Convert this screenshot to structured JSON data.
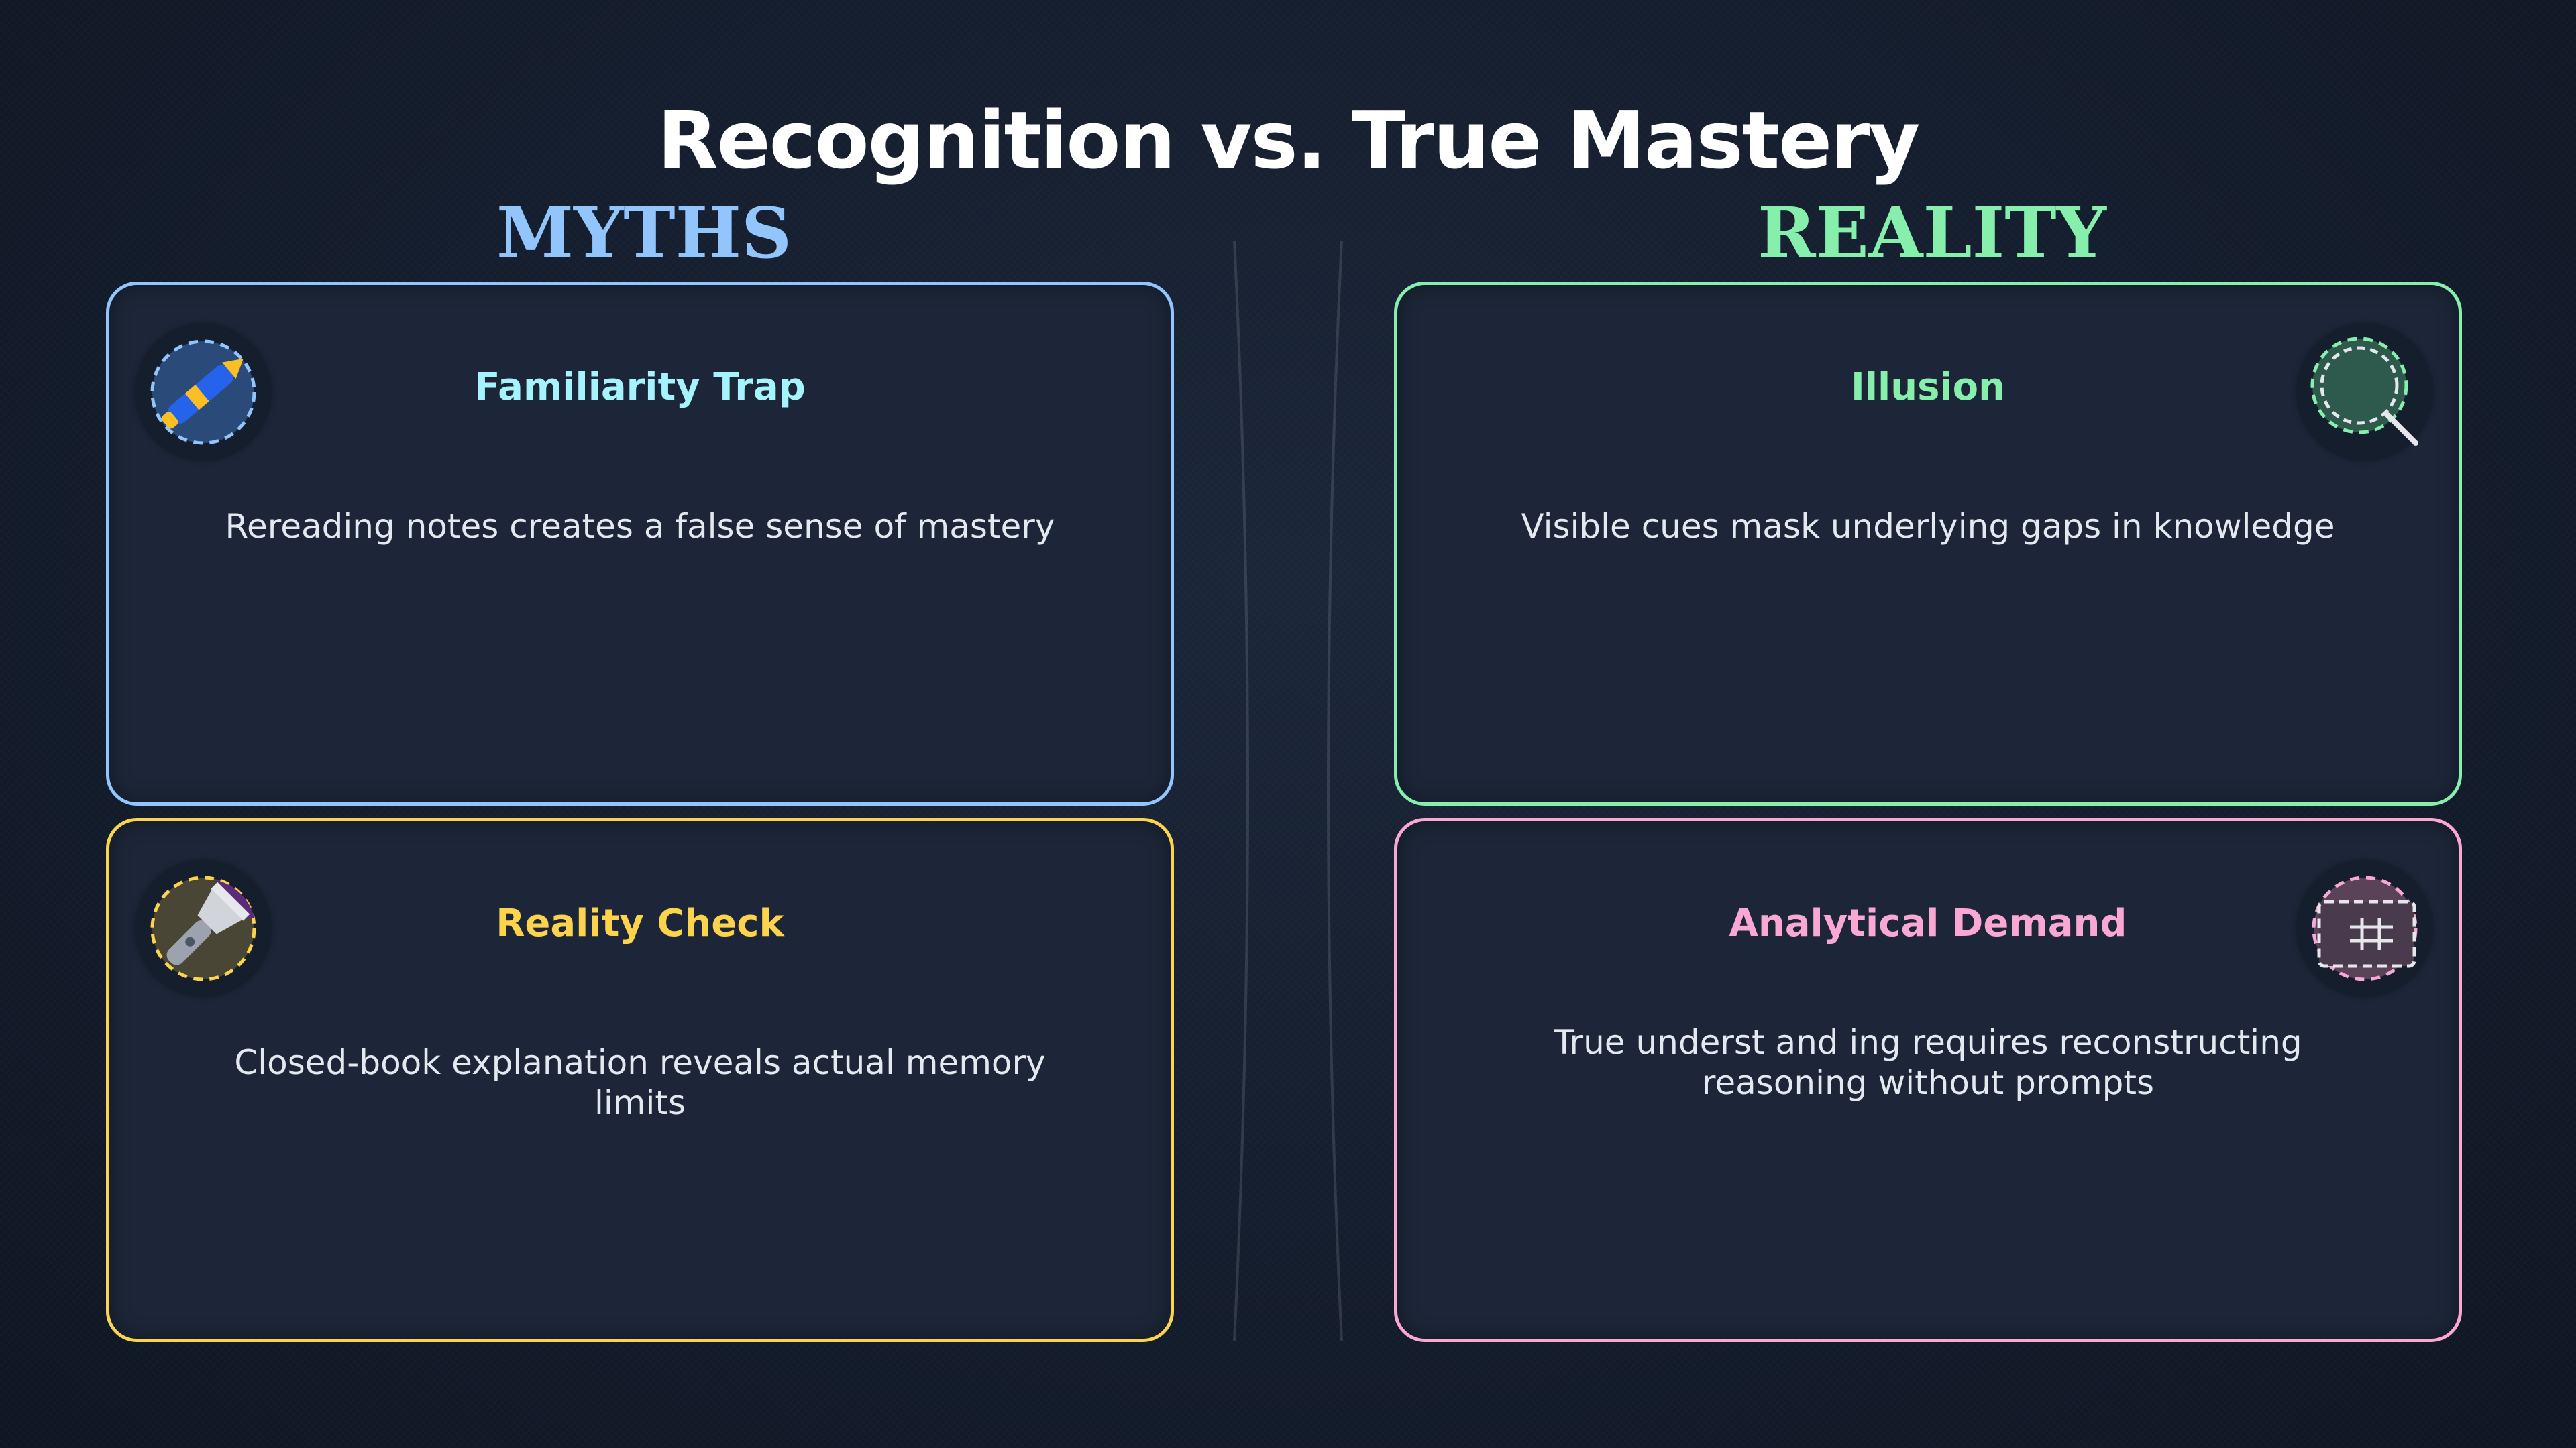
{
  "title": "Recognition vs. True Mastery",
  "columns": {
    "left": {
      "heading": "MYTHS",
      "color": "#93c5fd"
    },
    "right": {
      "heading": "REALITY",
      "color": "#86efac"
    }
  },
  "cards": [
    {
      "title": "Familiarity Trap",
      "description": "Rereading notes creates a false sense of mastery",
      "accent": "#93c5fd",
      "title_color": "#a5f3fc",
      "icon": "pen-icon"
    },
    {
      "title": "Illusion",
      "description": "Visible cues mask underlying gaps in knowledge",
      "accent": "#86efac",
      "title_color": "#86efac",
      "icon": "magnifier-icon"
    },
    {
      "title": "Reality Check",
      "description": "Closed-book explanation reveals actual memory limits",
      "accent": "#fcd34d",
      "title_color": "#fcd34d",
      "icon": "flashlight-icon"
    },
    {
      "title": "Analytical Demand",
      "description": "True underst and ing requires reconstructing reasoning without prompts",
      "accent": "#f9a8d4",
      "title_color": "#f9a8d4",
      "icon": "grid-icon"
    }
  ]
}
